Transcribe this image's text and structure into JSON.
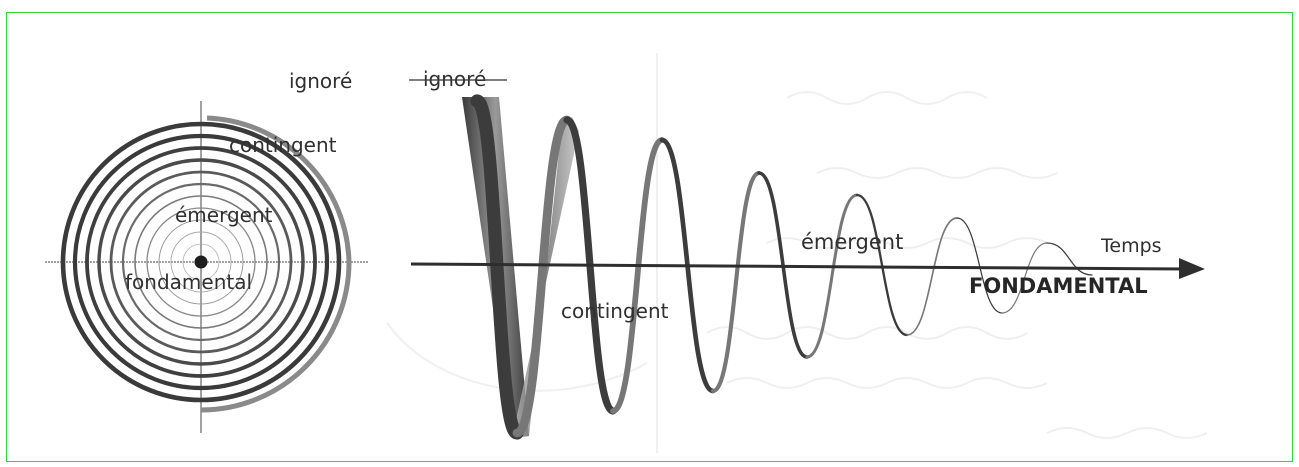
{
  "labels": {
    "left_ignore": "ignoré",
    "left_contingent": "contingent",
    "left_emergent": "émergent",
    "left_fondamental": "fondamental",
    "right_ignore": "ignoré",
    "right_emergent": "émergent",
    "right_contingent": "contingent",
    "axis_time": "Temps",
    "axis_fondamental": "FONDAMENTAL"
  },
  "colors": {
    "frame": "#35d335",
    "ink": "#2e2e2e",
    "ribbon_dark": "#3c3c3c",
    "ribbon_mid": "#8a8a8a",
    "ribbon_light": "#c4c4c4"
  }
}
